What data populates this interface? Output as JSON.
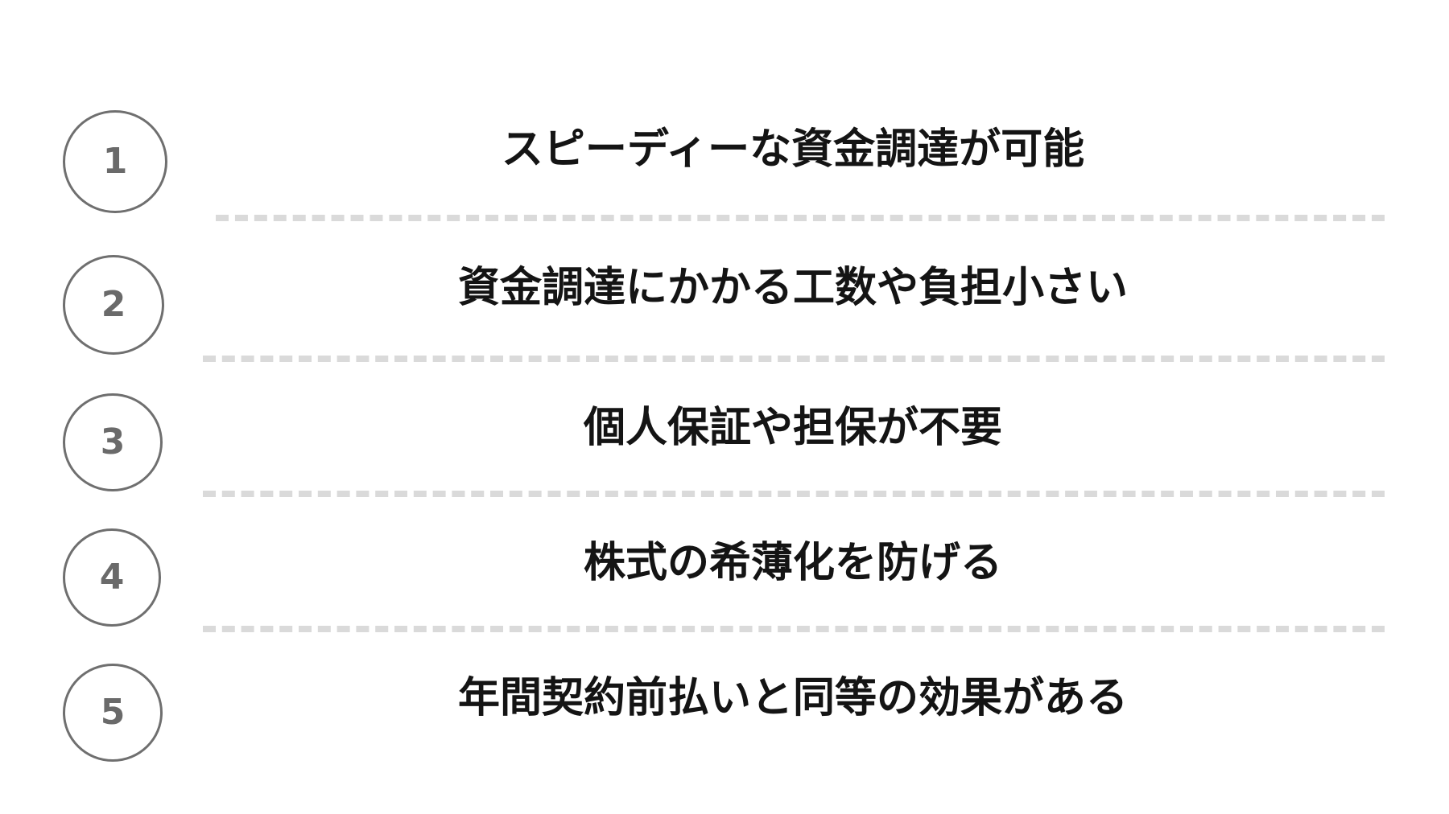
{
  "benefits": [
    {
      "number": "1",
      "text": "スピーディーな資金調達が可能"
    },
    {
      "number": "2",
      "text": "資金調達にかかる工数や負担小さい"
    },
    {
      "number": "3",
      "text": "個人保証や担保が不要"
    },
    {
      "number": "4",
      "text": "株式の希薄化を防げる"
    },
    {
      "number": "5",
      "text": "年間契約前払いと同等の効果がある"
    }
  ]
}
